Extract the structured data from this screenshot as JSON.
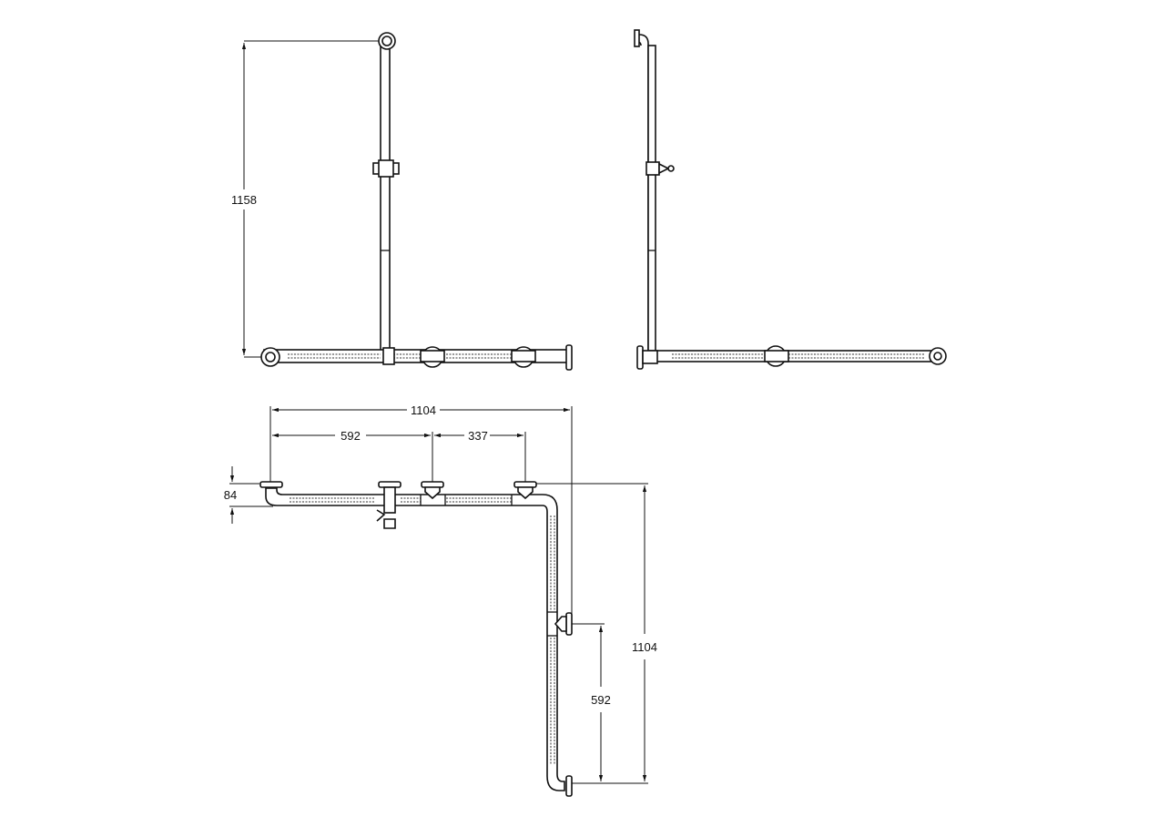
{
  "drawing": {
    "front_view": {
      "height_dim": "1158"
    },
    "top_view": {
      "overall_width_dim": "1104",
      "first_segment_dim": "592",
      "second_segment_dim": "337",
      "offset_dim": "84",
      "overall_depth_dim": "1104",
      "side_segment_dim": "592"
    }
  }
}
